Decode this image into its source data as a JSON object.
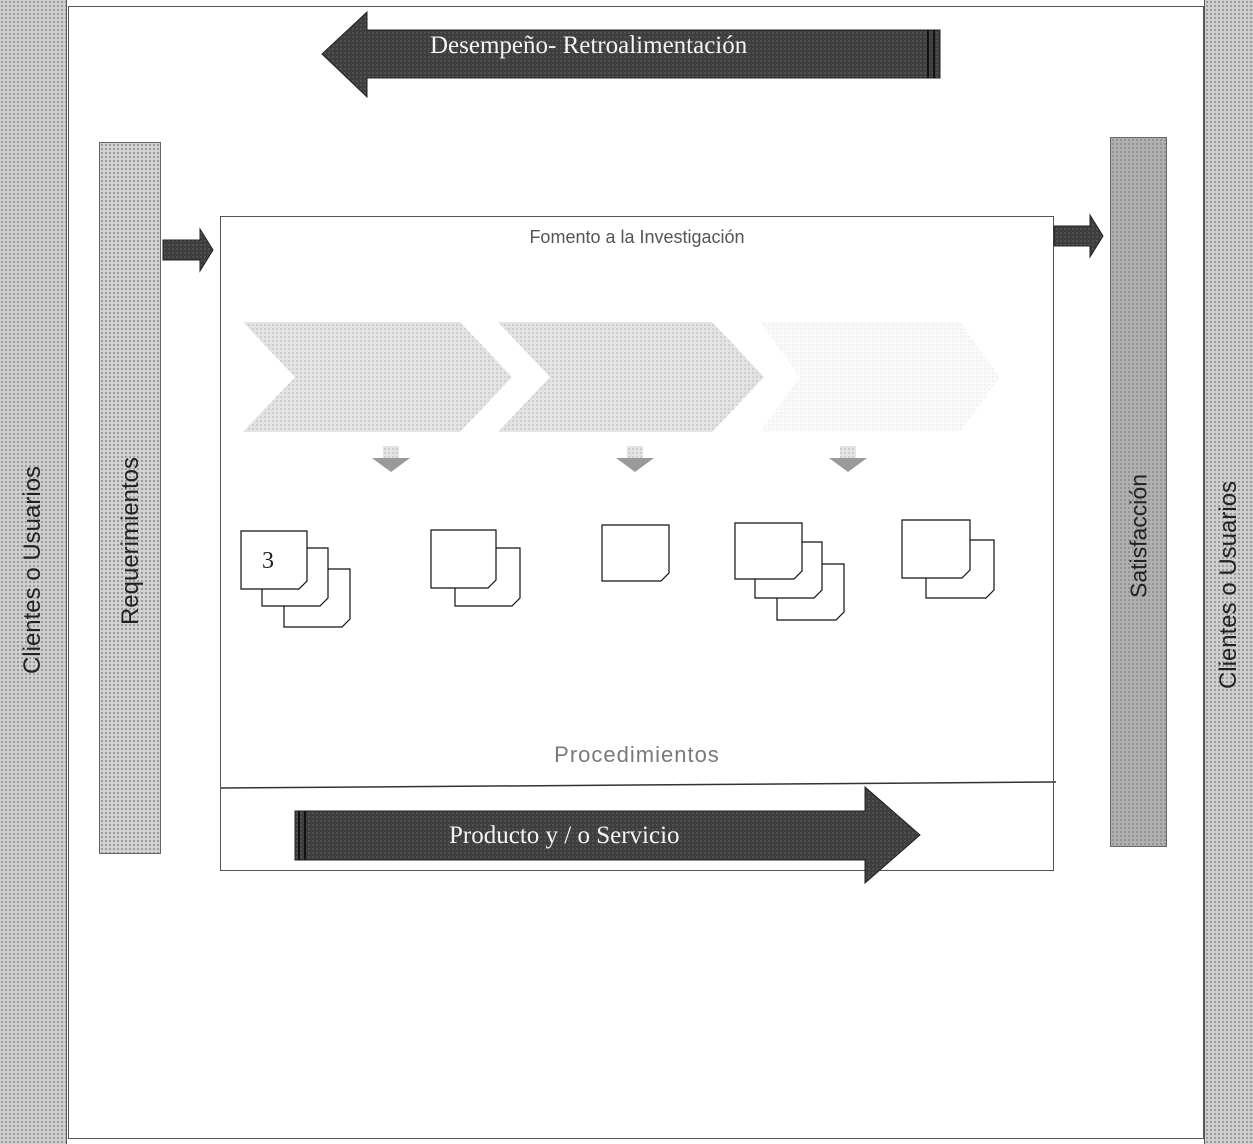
{
  "diagram": {
    "left_strip_label": "Clientes o Usuarios",
    "right_strip_label": "Clientes o Usuarios",
    "requirements_label": "Requerimientos",
    "satisfaction_label": "Satisfacción",
    "top_arrow_label": "Desempeño- Retroalimentación",
    "bottom_arrow_label": "Producto y / o Servicio",
    "process_title": "Fomento a la Investigación",
    "procedures_label": "Procedimientos",
    "document_number": "3"
  }
}
